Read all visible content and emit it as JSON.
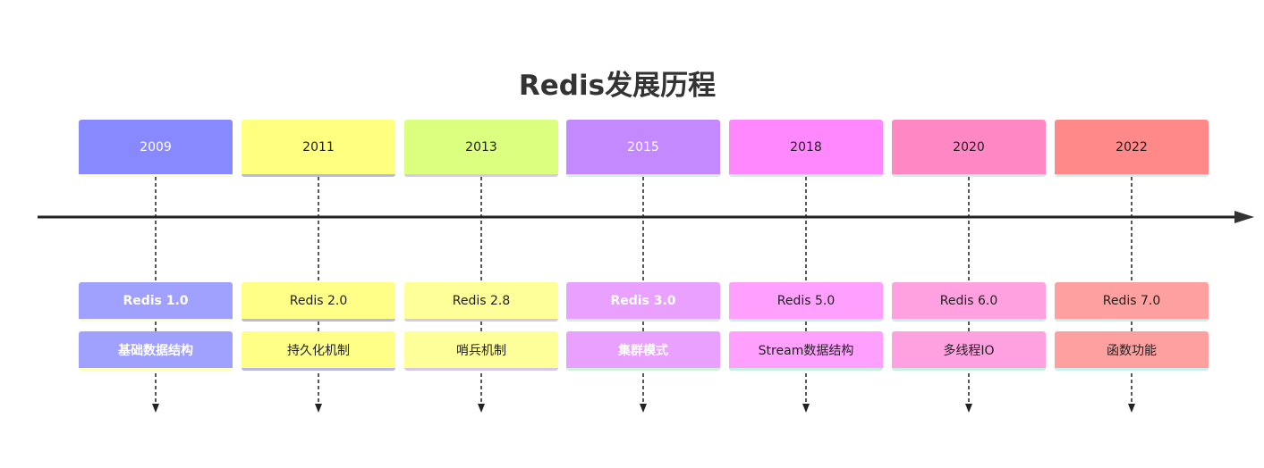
{
  "title": "Redis发展历程",
  "milestones": [
    {
      "year": "2009",
      "version": "Redis 1.0",
      "feature": "基础数据结构",
      "year_color": "#8888ff",
      "version_color": "#a0a0ff",
      "feature_color": "#a0a0ff",
      "accent": "#ffffbb",
      "light_text": true,
      "bold_labels": true
    },
    {
      "year": "2011",
      "version": "Redis 2.0",
      "feature": "持久化机制",
      "year_color": "#ffff80",
      "version_color": "#ffff88",
      "feature_color": "#ffff88",
      "accent": "#b8b8ee",
      "light_text": false,
      "bold_labels": false
    },
    {
      "year": "2013",
      "version": "Redis 2.8",
      "feature": "哨兵机制",
      "year_color": "#dcff80",
      "version_color": "#ffff99",
      "feature_color": "#ffff99",
      "accent": "#d8c8f0",
      "light_text": false,
      "bold_labels": false
    },
    {
      "year": "2015",
      "version": "Redis 3.0",
      "feature": "集群模式",
      "year_color": "#c488ff",
      "version_color": "#eaa0ff",
      "feature_color": "#eaa0ff",
      "accent": "#d0f0d8",
      "light_text": true,
      "bold_labels": true
    },
    {
      "year": "2018",
      "version": "Redis 5.0",
      "feature": "Stream数据结构",
      "year_color": "#ff88ff",
      "version_color": "#ffa0ff",
      "feature_color": "#ffa0ff",
      "accent": "#c8f0e0",
      "light_text": false,
      "bold_labels": false
    },
    {
      "year": "2020",
      "version": "Redis 6.0",
      "feature": "多线程IO",
      "year_color": "#ff88c4",
      "version_color": "#ffa0e0",
      "feature_color": "#ffa0e0",
      "accent": "#c8f0e0",
      "light_text": false,
      "bold_labels": false
    },
    {
      "year": "2022",
      "version": "Redis 7.0",
      "feature": "函数功能",
      "year_color": "#ff8888",
      "version_color": "#ffa0a0",
      "feature_color": "#ffa0a0",
      "accent": "#c8f0f0",
      "light_text": false,
      "bold_labels": false
    }
  ],
  "colors": {
    "title": "#333333",
    "axis": "#222222",
    "connector": "#222222"
  }
}
